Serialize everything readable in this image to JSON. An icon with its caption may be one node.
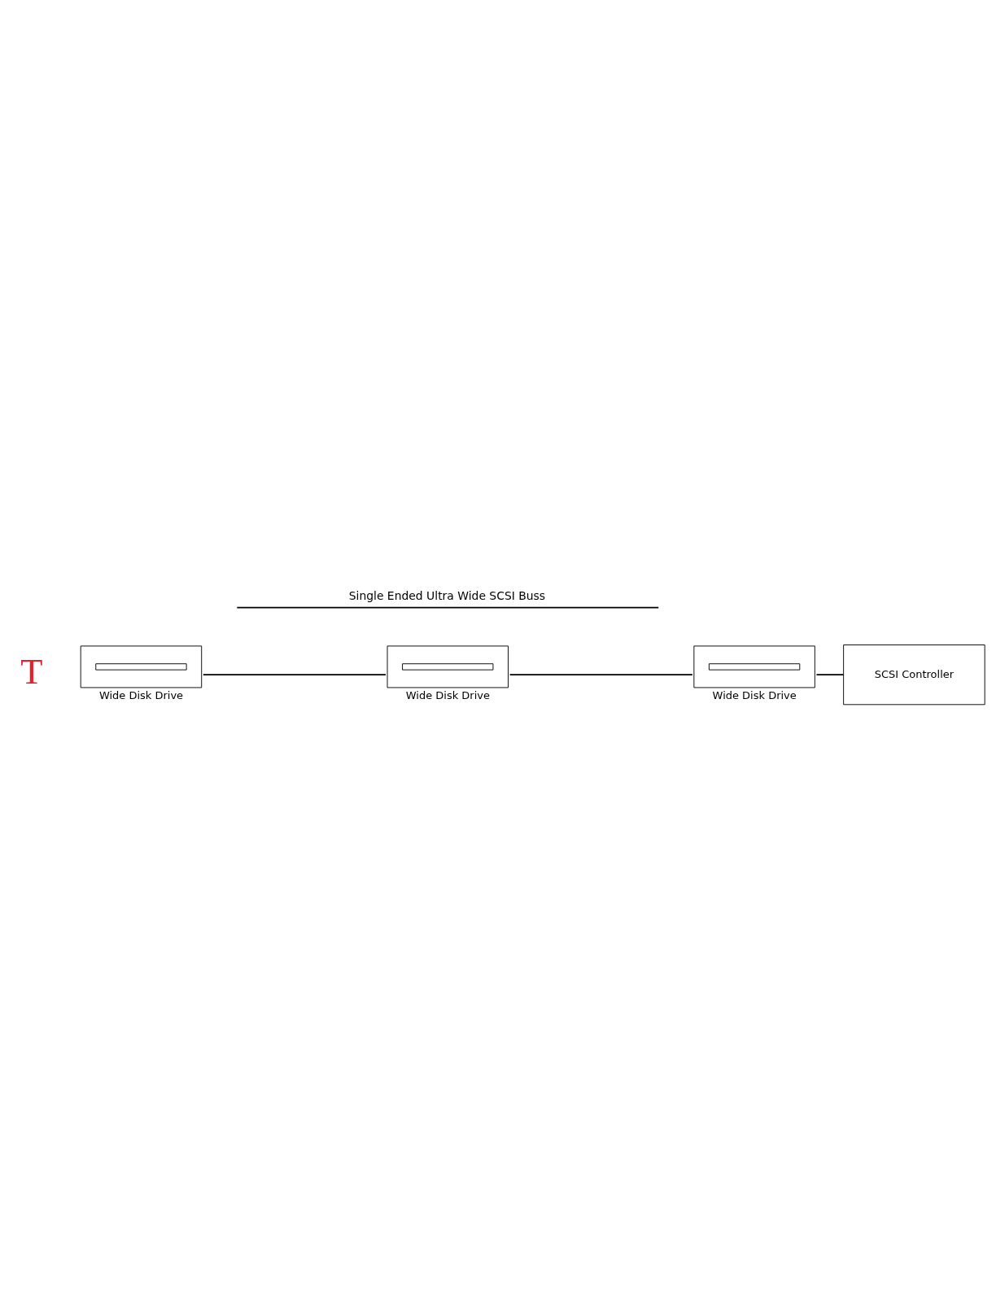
{
  "diagram": {
    "nodes": [
      {
        "text": [
          "Wide Disk Drive"
        ]
      },
      {
        "text": [
          "Wide Disk Drive"
        ]
      },
      {
        "text": [
          "Wide Disk Drive"
        ]
      },
      {
        "text": [
          "SCSI Controller"
        ]
      }
    ],
    "edges": [
      {
        "from": 0,
        "to": 1,
        "arrow": "none"
      },
      {
        "from": 1,
        "to": 2,
        "arrow": "none"
      },
      {
        "from": 2,
        "to": 3,
        "arrow": "none"
      }
    ],
    "labels": [
      "Single Ended Ultra Wide SCSI Buss",
      "T"
    ]
  }
}
